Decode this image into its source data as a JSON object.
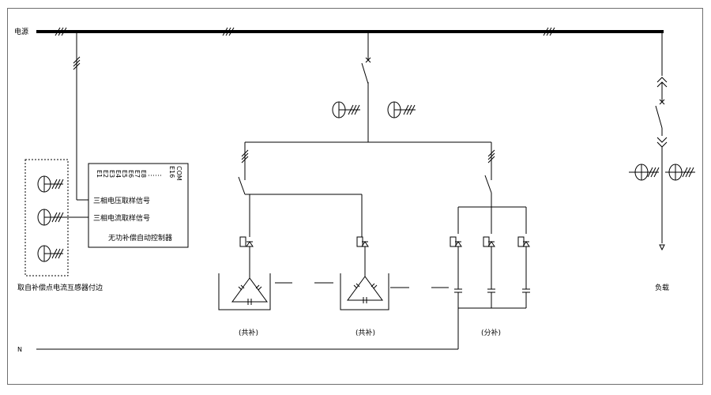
{
  "labels": {
    "source": "电源",
    "neutral": "N",
    "load": "负载",
    "voltage_signal": "三相电压取样信号",
    "current_signal": "三相电流取样信号",
    "controller": "无功补偿自动控制器",
    "ct_note": "取自补偿点电流互感器付边",
    "common_comp_1": "(共补)",
    "common_comp_2": "(共补)",
    "split_comp": "(分补)",
    "terminals": [
      "E1",
      "E2",
      "E3",
      "E4",
      "E5",
      "E6",
      "E7",
      "E8"
    ],
    "terminal_last": "E16",
    "terminal_com": "COM"
  },
  "colors": {
    "line": "#000000",
    "background": "#ffffff",
    "frame": "#6e6e6e"
  }
}
